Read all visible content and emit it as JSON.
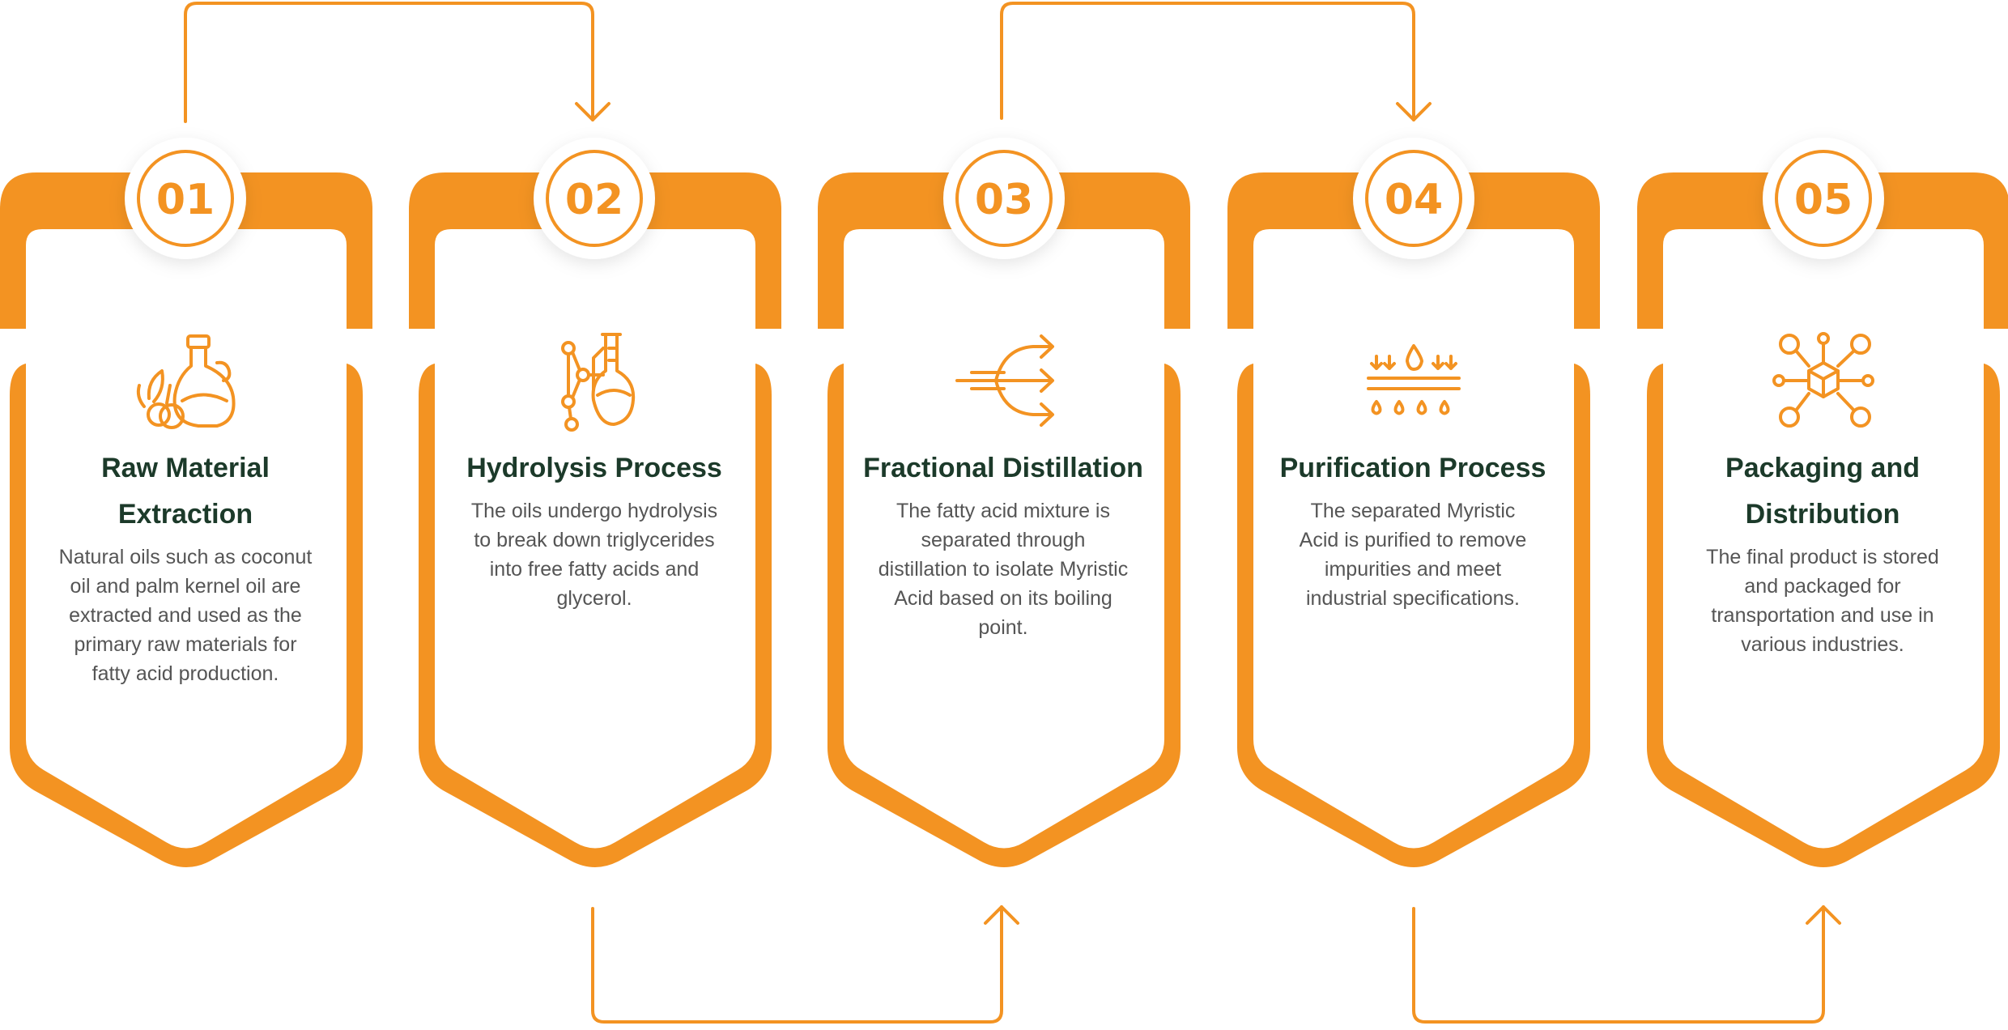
{
  "colors": {
    "accent": "#f39322",
    "title": "#1c3a2a",
    "text": "#555555",
    "shadow": "#eef6e8"
  },
  "steps": [
    {
      "number": "01",
      "title": "Raw Material Extraction",
      "description": "Natural oils such as coconut oil and palm kernel oil are extracted and used as the primary raw materials for fatty acid production.",
      "icon": "oil-bottle-icon"
    },
    {
      "number": "02",
      "title": "Hydrolysis Process",
      "description": "The oils undergo hydrolysis to break down triglycerides into free fatty acids and glycerol.",
      "icon": "molecule-flask-icon"
    },
    {
      "number": "03",
      "title": "Fractional Distillation",
      "description": "The fatty acid mixture is separated through distillation to isolate Myristic Acid based on its boiling point.",
      "icon": "split-arrows-icon"
    },
    {
      "number": "04",
      "title": "Purification Process",
      "description": "The separated Myristic Acid is purified to remove impurities and meet industrial specifications.",
      "icon": "filtration-icon"
    },
    {
      "number": "05",
      "title": "Packaging and Distribution",
      "description": "The final product is stored and packaged for transportation and use in various industries.",
      "icon": "network-cube-icon"
    }
  ]
}
